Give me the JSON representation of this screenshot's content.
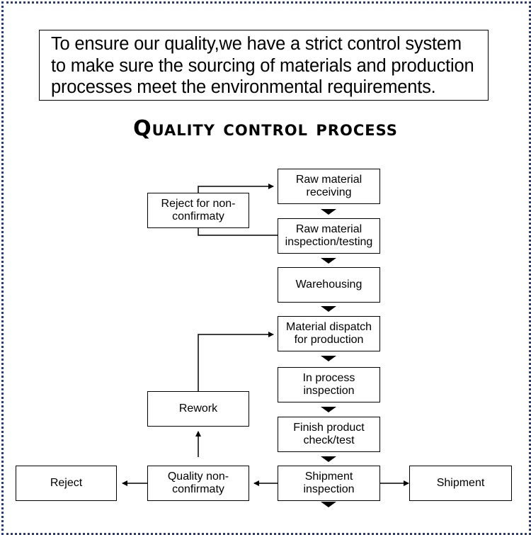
{
  "intro": {
    "lines": [
      "To ensure our quality,we have a strict control system",
      "to make sure the sourcing of materials and production",
      "processes meet the environmental requirements."
    ]
  },
  "title": "Quality control process",
  "steps": {
    "raw_receiving": "Raw  material receiving",
    "raw_inspection": "Raw  material inspection/testing",
    "warehousing": "Warehousing",
    "dispatch": "Material dispatch for production",
    "in_process": "In process inspection",
    "finish_check": "Finish product check/test",
    "shipment_inspection": "Shipment inspection",
    "shipment": "Shipment",
    "quality_nonconf": "Quality non-confirmaty",
    "reject": "Reject",
    "rework": "Rework",
    "reject_nonconf": "Reject for non-confirmaty"
  }
}
